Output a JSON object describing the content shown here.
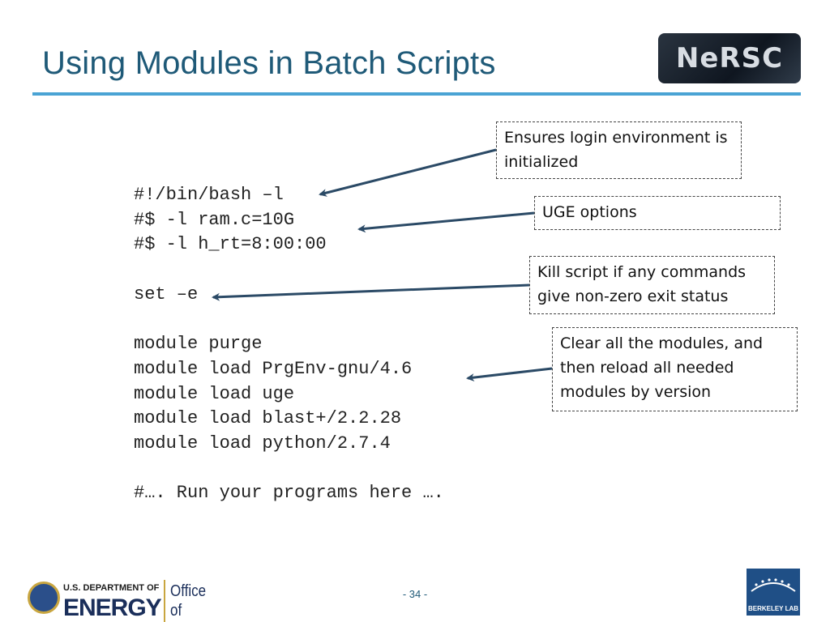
{
  "slide": {
    "title": "Using Modules in Batch Scripts",
    "page_number": "- 34 -"
  },
  "logos": {
    "nersc": "NeRSC",
    "doe_line1": "U.S. DEPARTMENT OF",
    "doe_line2": "ENERGY",
    "office": "Office of Science",
    "berkeley": "BERKELEY LAB"
  },
  "code": {
    "lines": [
      "#!/bin/bash –l",
      "#$ -l ram.c=10G",
      "#$ -l h_rt=8:00:00",
      "",
      "set –e",
      "",
      "module purge",
      "module load PrgEnv-gnu/4.6",
      "module load uge",
      "module load blast+/2.2.28",
      "module load python/2.7.4",
      "",
      "#…. Run your programs here …."
    ]
  },
  "callouts": {
    "login": "Ensures login environment is initialized",
    "uge": "UGE options",
    "kill": "Kill script if any commands give non-zero exit status",
    "modules": "Clear all the modules, and then reload all needed modules by version"
  },
  "colors": {
    "title": "#1f5a78",
    "rule": "#4aa3d4",
    "arrow": "#2b4a66"
  }
}
